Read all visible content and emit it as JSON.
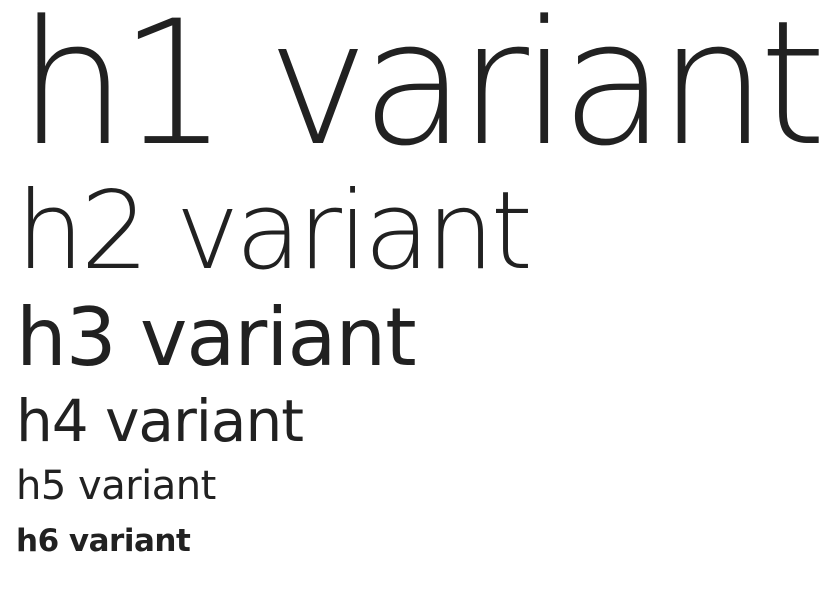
{
  "headings": {
    "h1": "h1 variant",
    "h2": "h2 variant",
    "h3": "h3 variant",
    "h4": "h4 variant",
    "h5": "h5 variant",
    "h6": "h6 variant"
  },
  "colors": {
    "text": "#212121",
    "background": "#ffffff"
  }
}
